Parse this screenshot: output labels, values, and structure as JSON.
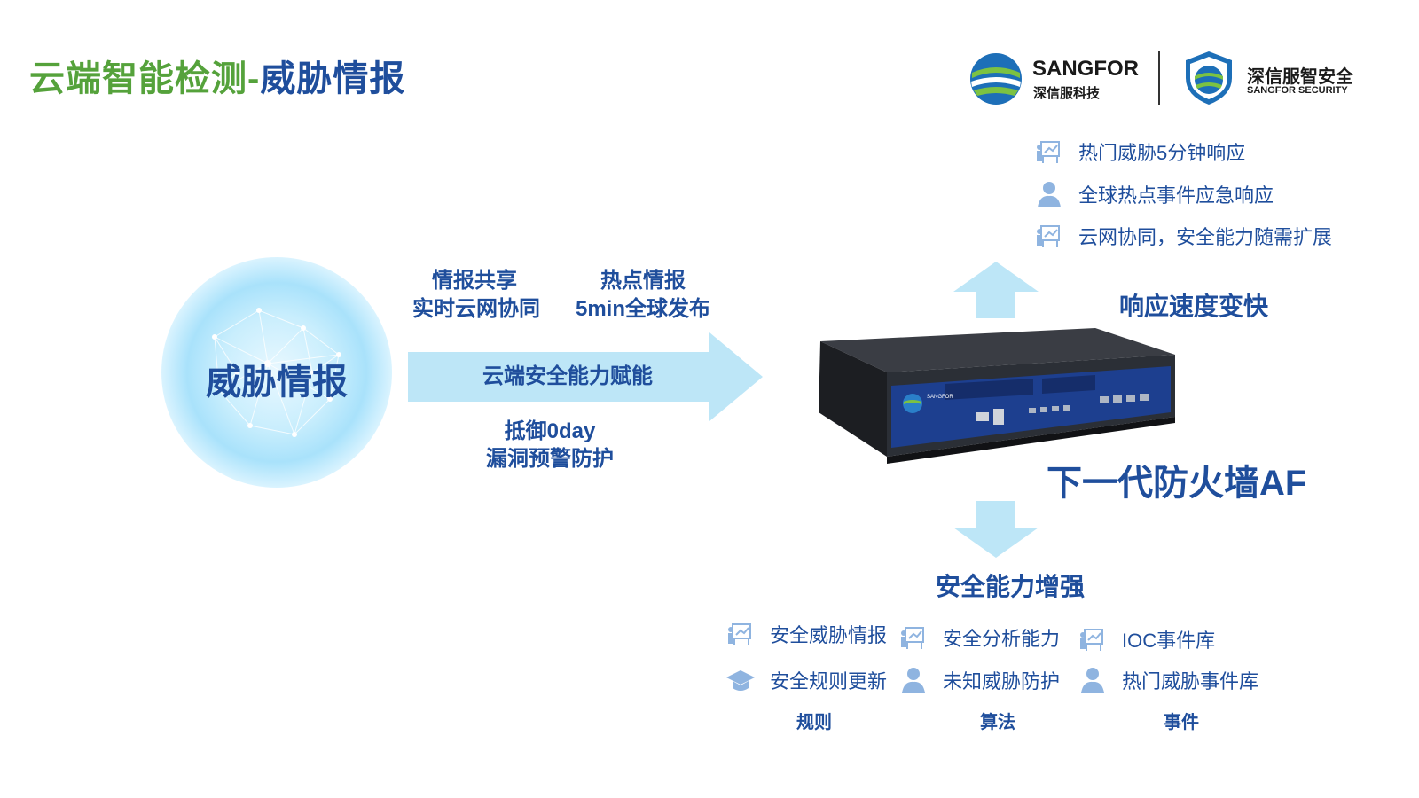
{
  "title": {
    "part1": "云端智能检测-",
    "part2": "威胁情报"
  },
  "logos": {
    "sangfor_en": "SANGFOR",
    "sangfor_cn": "深信服科技",
    "security_cn": "深信服智安全",
    "security_en": "SANGFOR SECURITY"
  },
  "center": {
    "intel_label": "威胁情报",
    "share_line1": "情报共享",
    "share_line2": "实时云网协同",
    "hot_line1": "热点情报",
    "hot_line2": "5min全球发布",
    "arrow_label": "云端安全能力赋能",
    "defend_line1": "抵御0day",
    "defend_line2": "漏洞预警防护"
  },
  "device": {
    "brand": "SANGFOR",
    "name": "下一代防火墙AF"
  },
  "response": {
    "items": [
      {
        "icon": "chart-board-icon",
        "label": "热门威胁5分钟响应"
      },
      {
        "icon": "person-icon",
        "label": "全球热点事件应急响应"
      },
      {
        "icon": "chart-board-icon",
        "label": "云网协同，安全能力随需扩展"
      }
    ],
    "heading": "响应速度变快"
  },
  "enhance": {
    "heading": "安全能力增强",
    "columns": [
      {
        "caption": "规则",
        "items": [
          {
            "icon": "chart-board-icon",
            "label": "安全威胁情报"
          },
          {
            "icon": "graduation-cap-icon",
            "label": "安全规则更新"
          }
        ]
      },
      {
        "caption": "算法",
        "items": [
          {
            "icon": "chart-board-icon",
            "label": "安全分析能力"
          },
          {
            "icon": "person-icon",
            "label": "未知威胁防护"
          }
        ]
      },
      {
        "caption": "事件",
        "items": [
          {
            "icon": "chart-board-icon",
            "label": "IOC事件库"
          },
          {
            "icon": "person-icon",
            "label": "热门威胁事件库"
          }
        ]
      }
    ]
  },
  "colors": {
    "primary_blue": "#1f4e9c",
    "title_green": "#55a23b",
    "arrow_light_blue": "#bde6f7",
    "icon_blue": "#8fb4e0"
  }
}
